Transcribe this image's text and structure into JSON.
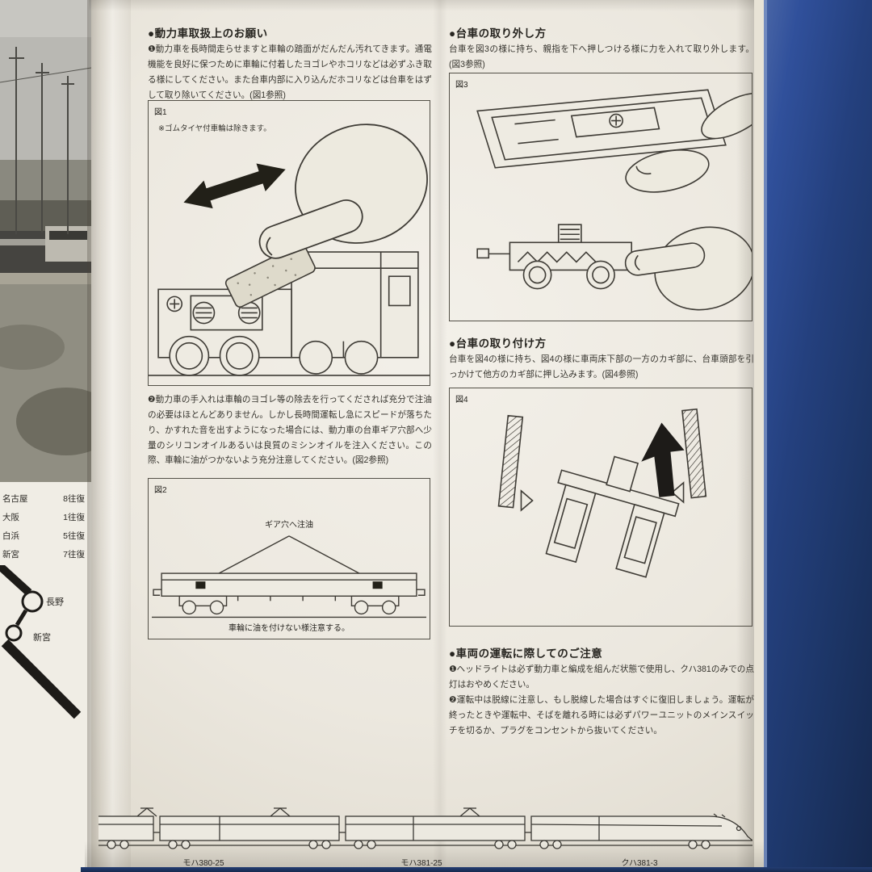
{
  "doc": {
    "sections": {
      "s1": {
        "heading": "●動力車取扱上のお願い",
        "p1": "❶動力車を長時間走らせますと車輪の踏面がだんだん汚れてきます。通電機能を良好に保つために車輪に付着したヨゴレやホコリなどは必ずふき取る様にしてください。また台車内部に入り込んだホコリなどは台車をはずして取り除いてください。(図1参照)",
        "p2": "❷動力車の手入れは車輪のヨゴレ等の除去を行ってくだされば充分で注油の必要はほとんどありません。しかし長時間運転し急にスピードが落ちたり、かすれた音を出すようになった場合には、動力車の台車ギア穴部へ少量のシリコンオイルあるいは良質のミシンオイルを注入ください。この際、車輪に油がつかないよう充分注意してください。(図2参照)"
      },
      "s2": {
        "heading": "●台車の取り外し方",
        "p1": "台車を図3の様に持ち、親指を下へ押しつける様に力を入れて取り外します。(図3参照)"
      },
      "s3": {
        "heading": "●台車の取り付け方",
        "p1": "台車を図4の様に持ち、図4の様に車両床下部の一方のカギ部に、台車頭部を引っかけて他方のカギ部に押し込みます。(図4参照)"
      },
      "s4": {
        "heading": "●車両の運転に際してのご注意",
        "p1": "❶ヘッドライトは必ず動力車と編成を組んだ状態で使用し、クハ381のみでの点灯はおやめください。",
        "p2": "❷運転中は脱線に注意し、もし脱線した場合はすぐに復旧しましょう。運転が終ったときや運転中、そばを離れる時には必ずパワーユニットのメインスイッチを切るか、プラグをコンセントから抜いてください。"
      }
    },
    "figures": {
      "fig1": {
        "label": "図1",
        "note": "※ゴムタイヤ付車輪は除きます。"
      },
      "fig2": {
        "label": "図2",
        "callout": "ギア穴へ注油",
        "caption": "車輪に油を付けない様注意する。"
      },
      "fig3": {
        "label": "図3"
      },
      "fig4": {
        "label": "図4"
      }
    }
  },
  "left_panel": {
    "schedule": [
      {
        "dest": "名古屋",
        "count": "8往復"
      },
      {
        "dest": "大阪",
        "count": "1往復"
      },
      {
        "dest": "白浜",
        "count": "5往復"
      },
      {
        "dest": "新宮",
        "count": "7往復"
      }
    ],
    "stations": [
      "長野",
      "新宮"
    ]
  },
  "bottom": {
    "cars": [
      "モハ380-25",
      "モハ381-25",
      "クハ381-3"
    ]
  },
  "colors": {
    "paper": "#ece9e0",
    "ink": "#34322c",
    "cover_blue": "#24407e"
  }
}
